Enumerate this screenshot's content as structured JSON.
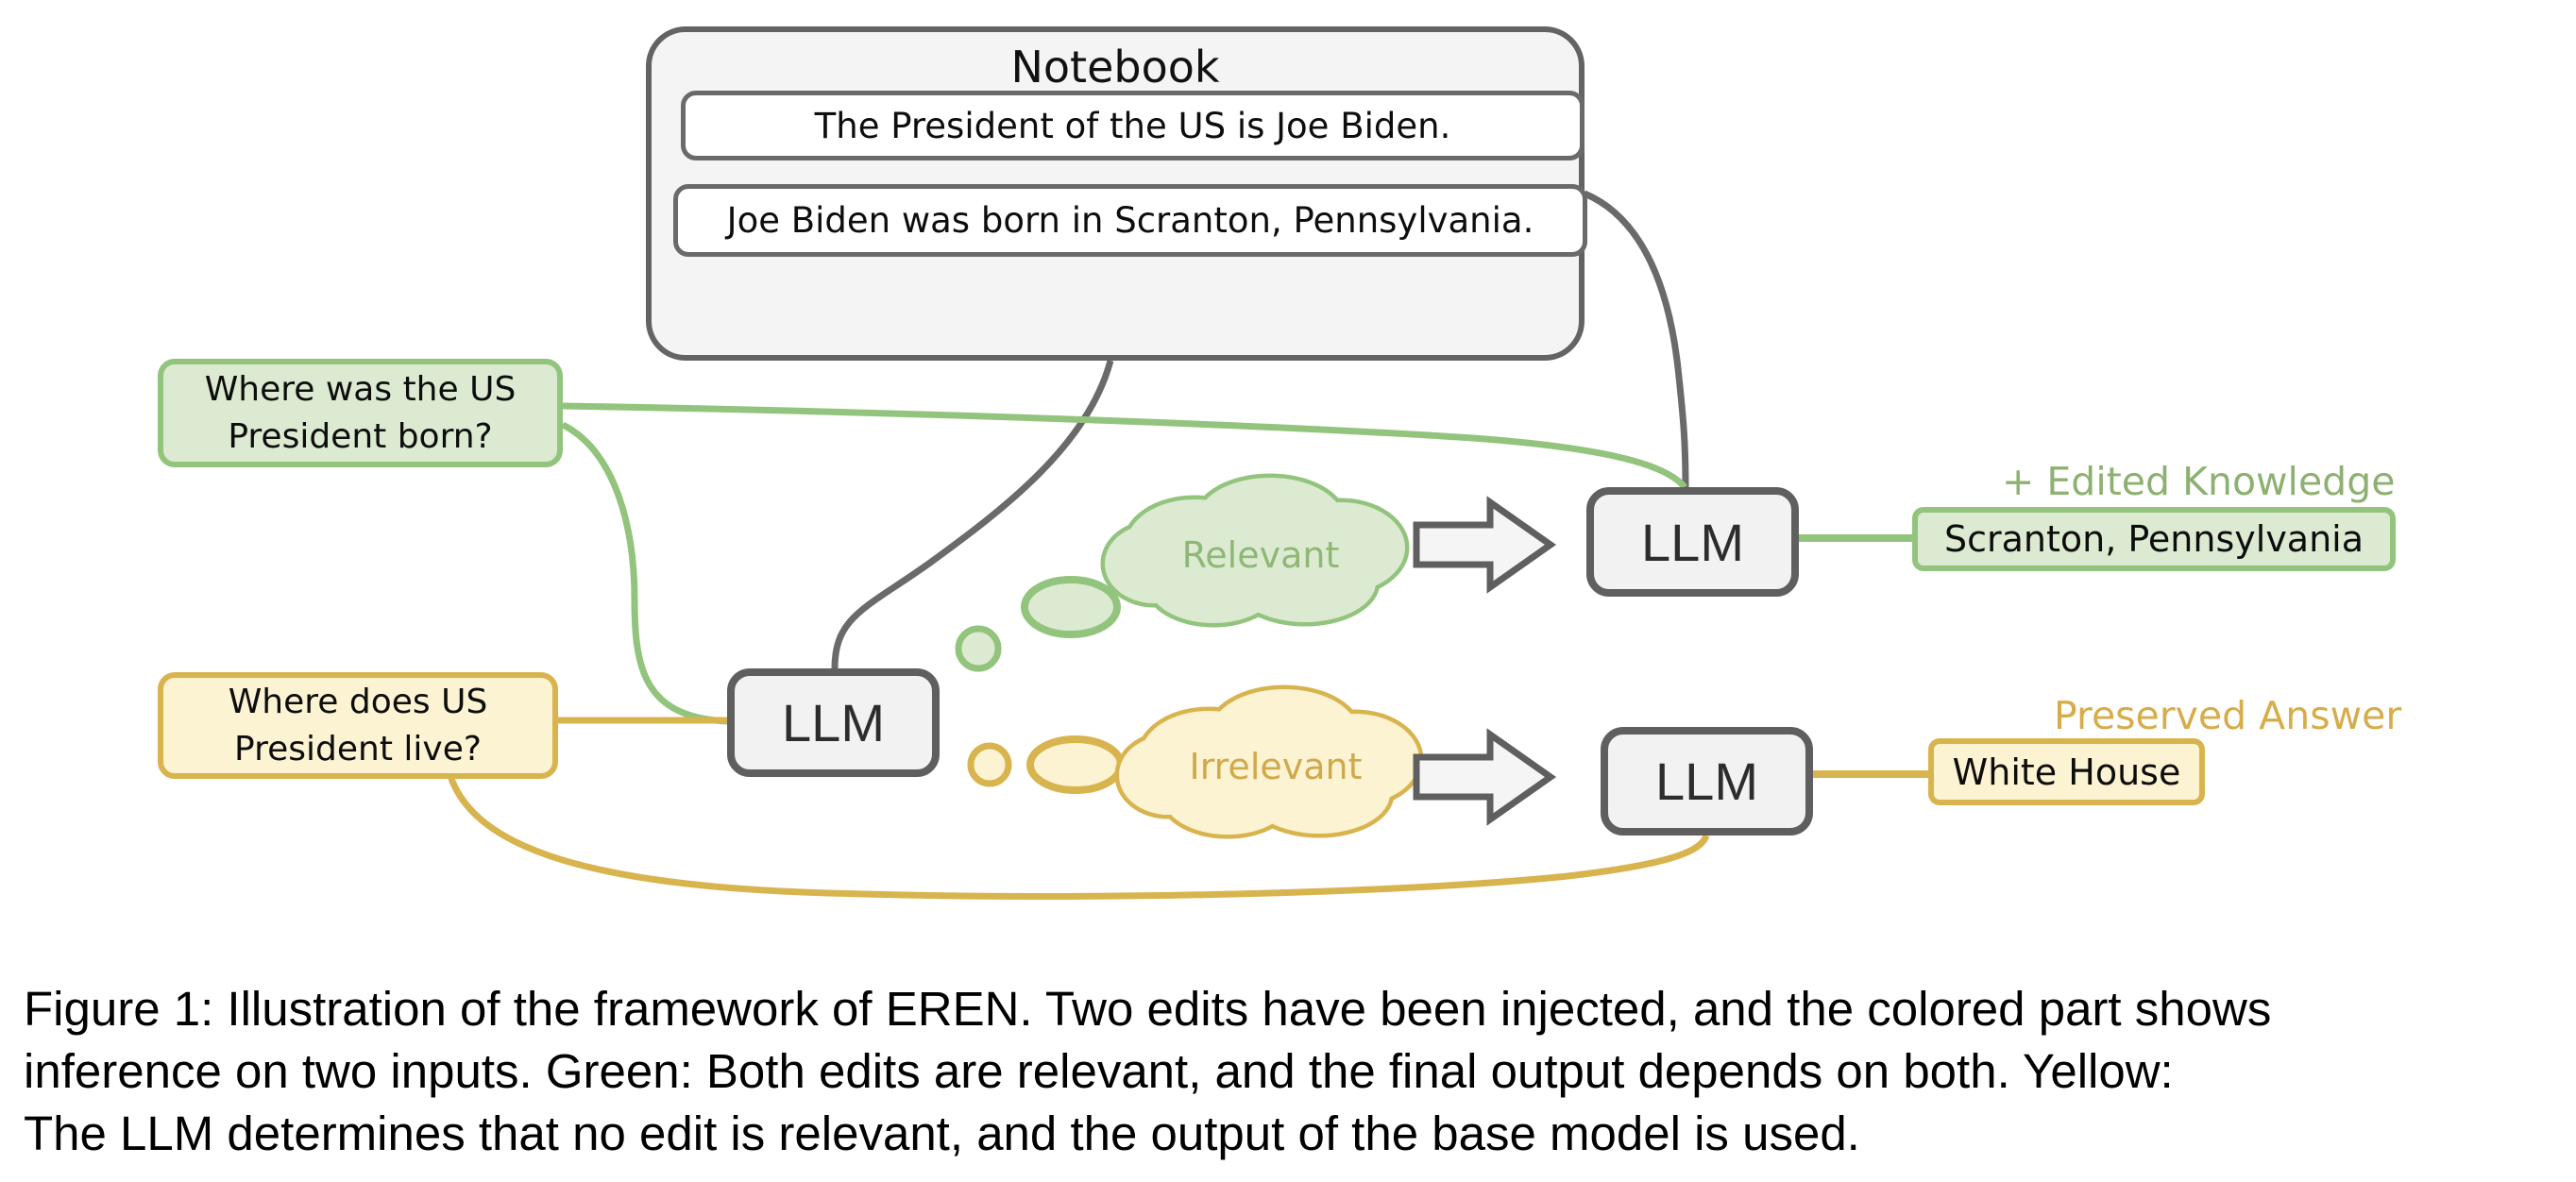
{
  "colors": {
    "green_border": "#93c47d",
    "green_fill": "#dcead2",
    "green_label_text": "#8db171",
    "yellow_border": "#d8b44e",
    "yellow_fill": "#fcf3d3",
    "yellow_label_text": "#d6ad4b",
    "gray_border": "#5f5f5f",
    "gray_fill": "#f2f2f2"
  },
  "notebook": {
    "title": "Notebook",
    "entries": [
      "The President of the US is Joe Biden.",
      "Joe Biden was born in Scranton, Pennsylvania."
    ]
  },
  "inputs": {
    "green_question": {
      "lines": [
        "Where was the US",
        "President born?"
      ]
    },
    "yellow_question": {
      "lines": [
        "Where does US",
        "President live?"
      ]
    }
  },
  "llm_nodes": {
    "classifier": "LLM",
    "green_branch": "LLM",
    "yellow_branch": "LLM"
  },
  "thoughts": {
    "relevant": "Relevant",
    "irrelevant": "Irrelevant"
  },
  "outputs": {
    "green": {
      "label": "+ Edited Knowledge",
      "value": "Scranton, Pennsylvania"
    },
    "yellow": {
      "label": "Preserved Answer",
      "value": "White House"
    }
  },
  "caption": {
    "lines": [
      "Figure 1: Illustration of the framework of EREN. Two edits have been injected, and the colored part shows",
      "inference on two inputs. Green: Both edits are relevant, and the final output depends on both. Yellow:",
      "The LLM determines that no edit is relevant, and the output of the base model is used."
    ]
  }
}
